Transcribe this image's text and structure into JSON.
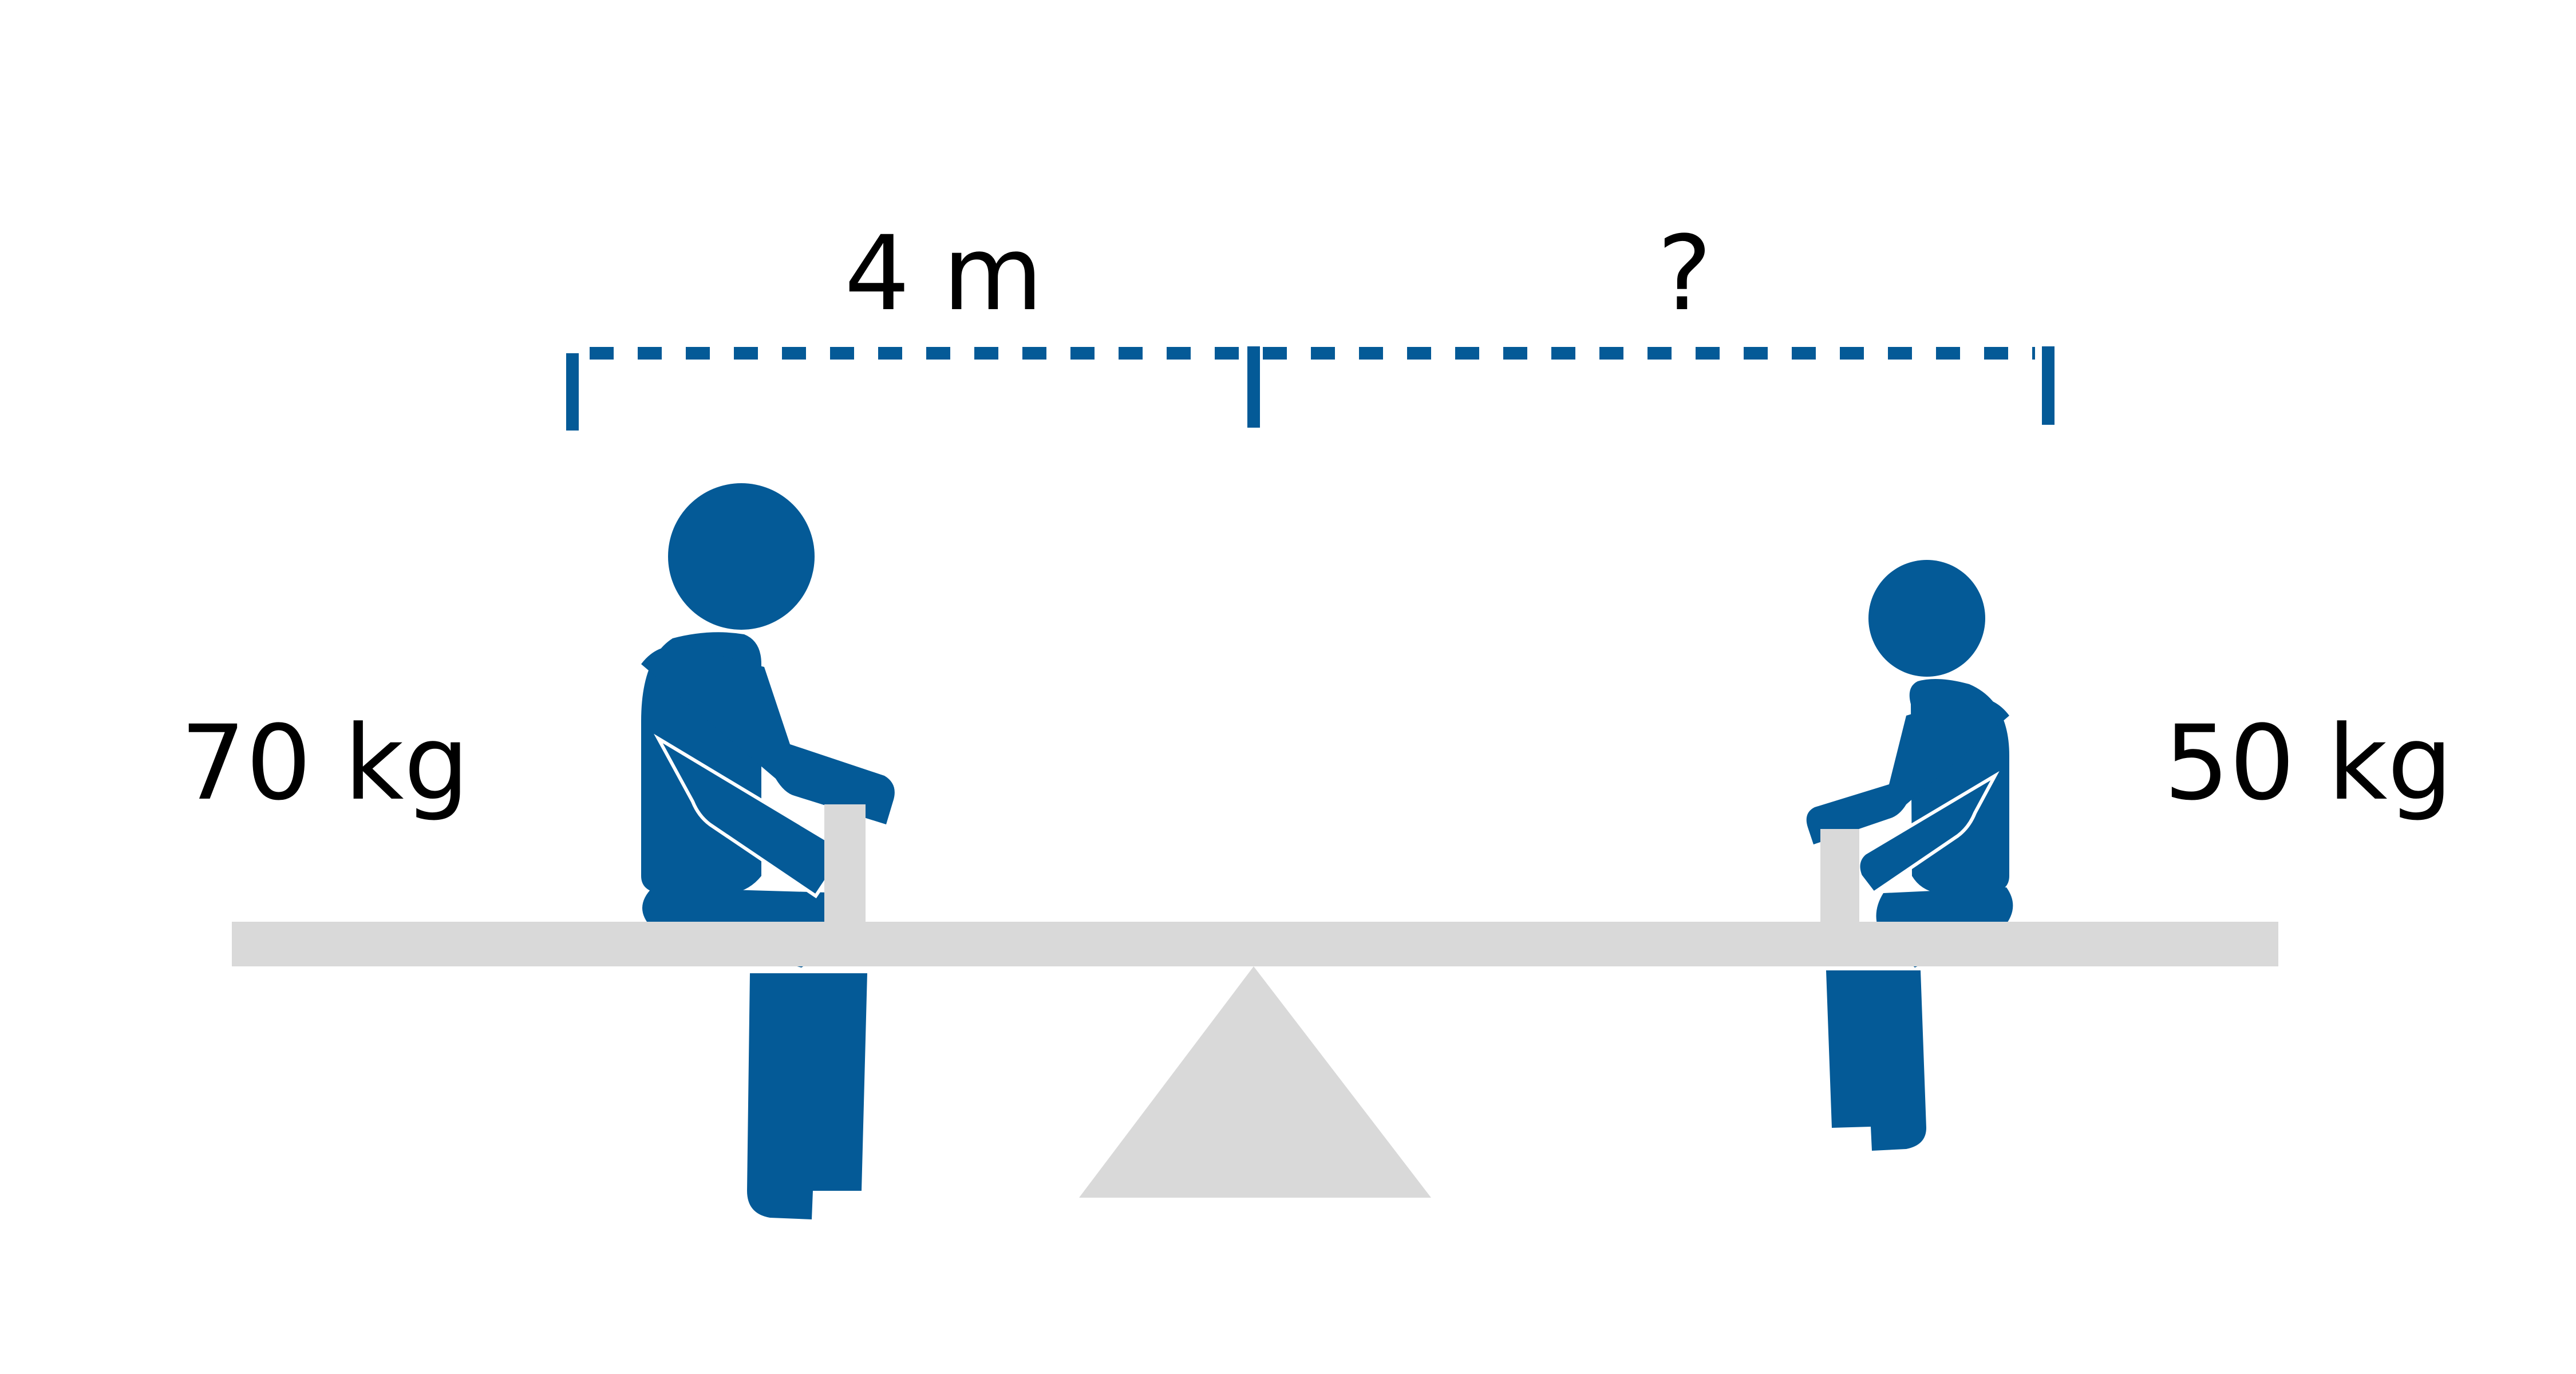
{
  "labels": {
    "left_distance": "4 m",
    "right_distance": "?",
    "left_mass": "70 kg",
    "right_mass": "50 kg"
  },
  "colors": {
    "figure": "#045A97",
    "seesaw": "#D9D9D9",
    "text": "#000000"
  }
}
